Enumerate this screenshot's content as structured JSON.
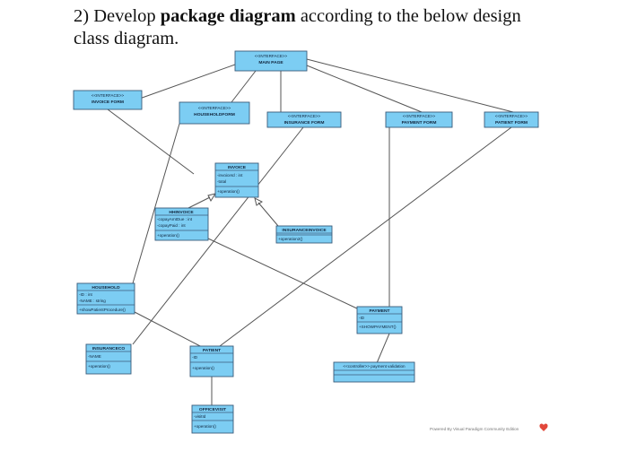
{
  "heading": {
    "prefix": "2) Develop ",
    "bold": "package diagram",
    "suffix": " according to the below design",
    "line2": "class diagram."
  },
  "boxes": {
    "main_page": {
      "stereotype": "<<INTERFACE>>",
      "name": "MAIN PAGE",
      "attrs": []
    },
    "invoice_form": {
      "stereotype": "<<INTERFACE>>",
      "name": "INVOICE FORM",
      "attrs": []
    },
    "household_form": {
      "stereotype": "<<INTERFACE>>",
      "name": "HOUSEHOLDFORM",
      "attrs": []
    },
    "insurance_form": {
      "stereotype": "<<INTERFACE>>",
      "name": "INSURANCE FORM",
      "attrs": []
    },
    "payment_form": {
      "stereotype": "<<INTERFACE>>",
      "name": "PAYMENT FORM",
      "attrs": []
    },
    "patient_form": {
      "stereotype": "<<INTERFACE>>",
      "name": "PATIENT FORM",
      "attrs": []
    },
    "invoice": {
      "name": "INVOICE",
      "attrs": [
        "-invoiceId : int",
        "-total"
      ],
      "ops": [
        "+operation()"
      ]
    },
    "hhinvoice": {
      "name": "HHINVOICE",
      "attrs": [
        "-copayAmtDue : int",
        "-copayPaid : int"
      ],
      "ops": [
        "+operation()"
      ]
    },
    "insurance_invoice": {
      "name": "INSURANCEINVOICE",
      "attrs": [],
      "ops": [
        "+operation2()"
      ]
    },
    "household": {
      "name": "HOUSEHOLD",
      "attrs": [
        "-ID : int",
        "-NAME : string"
      ],
      "ops": [
        "+showPatientProcedure()"
      ]
    },
    "payment": {
      "name": "PAYMENT",
      "attrs": [
        "-ID"
      ],
      "ops": [
        "+SHOWPAYMENT()"
      ]
    },
    "insurance_co": {
      "name": "INSURANCECO",
      "attrs": [
        "-NAME"
      ],
      "ops": [
        "+operation()"
      ]
    },
    "patient": {
      "name": "PATIENT",
      "attrs": [
        "-ID"
      ],
      "ops": [
        "+operation()"
      ]
    },
    "payment_validation": {
      "name": "<<controller>> payment validation",
      "attrs": [],
      "ops": []
    },
    "office_visit": {
      "name": "OFFICEVISIT",
      "attrs": [
        "-visitId"
      ],
      "ops": [
        "+operation()"
      ]
    }
  },
  "footer": "Powered By Visual Paradigm Community Edition",
  "colors": {
    "box_fill": "#7ccdf3",
    "box_border": "#3b5b7a",
    "edge": "#555555"
  }
}
